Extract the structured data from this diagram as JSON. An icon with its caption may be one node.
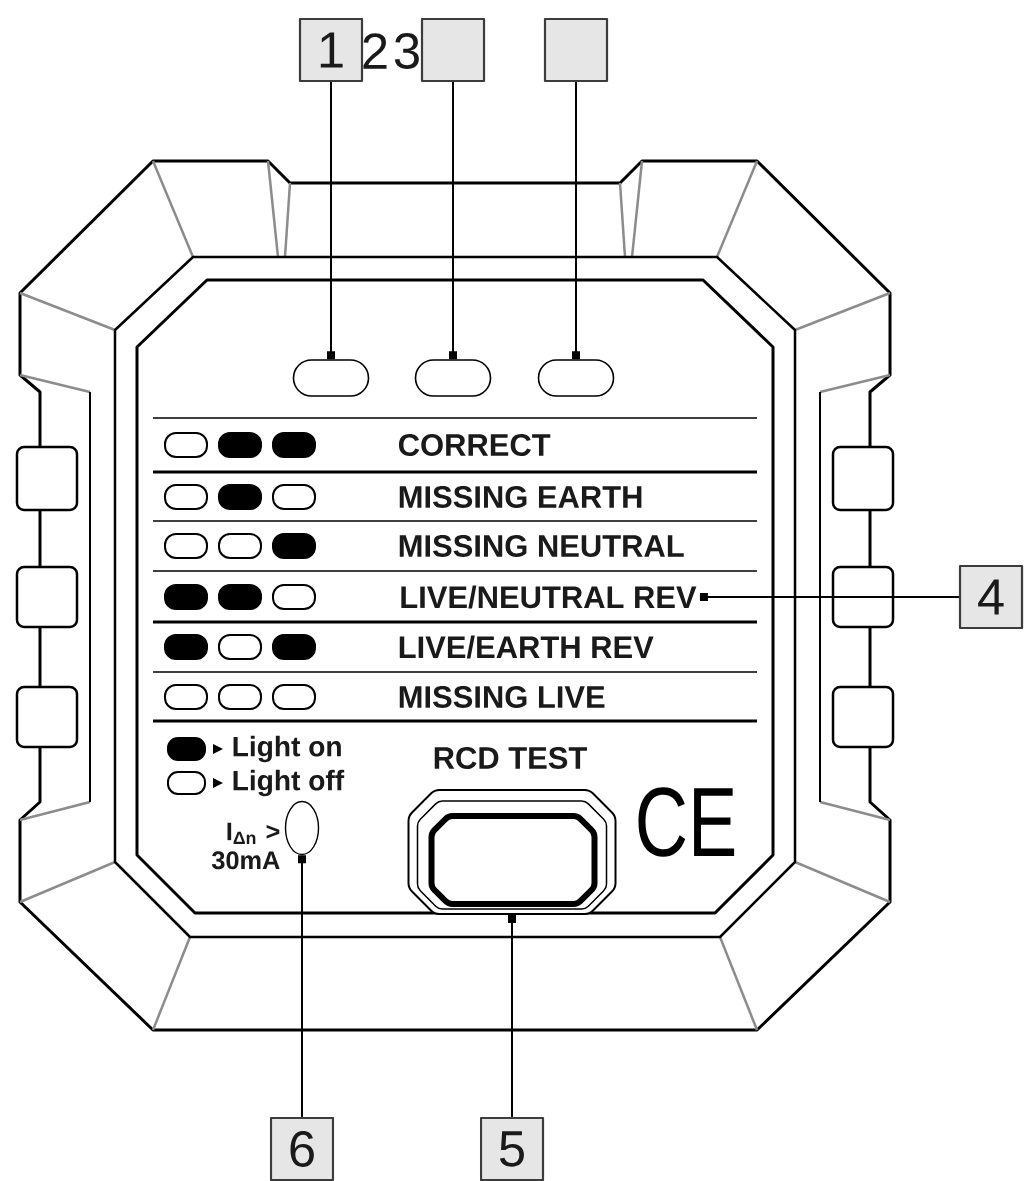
{
  "diagram": {
    "nodes": [
      {
        "text": [
          "1"
        ]
      },
      {
        "text": [],
        "shape": "box"
      },
      {
        "text": [],
        "shape": "box"
      },
      {
        "text": [],
        "shape": "oval"
      },
      {
        "text": [],
        "shape": "oval"
      },
      {
        "text": [],
        "shape": "oval"
      },
      {
        "text": [
          "LIVE/NEUTRAL REV"
        ]
      },
      {
        "text": [
          "4"
        ]
      },
      {
        "text": [],
        "shape": "ellipse",
        "beside": [
          "I$_{Δn}$ > 30mA"
        ]
      },
      {
        "text": [],
        "shape": "octagon",
        "beside": [
          "RCD TEST"
        ]
      },
      {
        "text": [
          "6"
        ]
      },
      {
        "text": [
          "5"
        ]
      }
    ],
    "edges": [
      {
        "from": 0,
        "to": 3,
        "arrow": "other"
      },
      {
        "from": 1,
        "to": 4,
        "arrow": "other"
      },
      {
        "from": 2,
        "to": 5,
        "arrow": "other"
      },
      {
        "from": 7,
        "to": 6,
        "arrow": "other"
      },
      {
        "from": 10,
        "to": 8,
        "arrow": "other"
      },
      {
        "from": 11,
        "to": 9,
        "arrow": "other"
      }
    ],
    "labels": [
      "2",
      "3",
      "CORRECT",
      "MISSING EARTH",
      "MISSING NEUTRAL",
      "LIVE/EARTH REV",
      "MISSING LIVE",
      "CE"
    ],
    "legend": [
      {
        "text": "Light on"
      },
      {
        "text": "Light off"
      }
    ]
  }
}
